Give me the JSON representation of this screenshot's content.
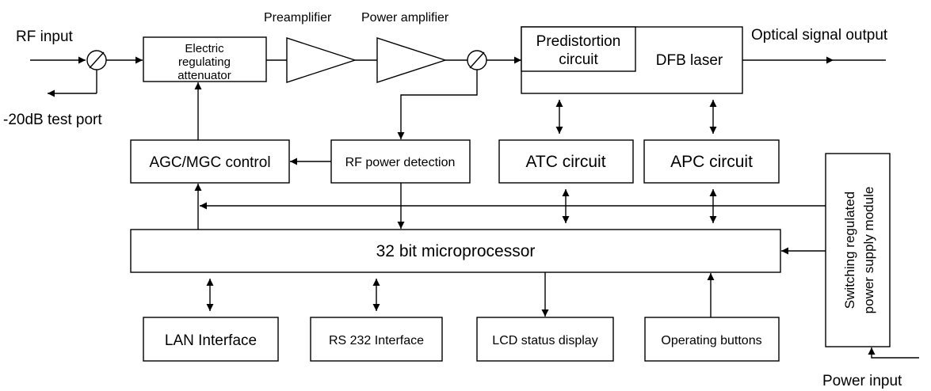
{
  "labels": {
    "rf_input": "RF input",
    "test_port": "-20dB test port",
    "preamplifier": "Preamplifier",
    "power_amplifier": "Power amplifier",
    "optical_output": "Optical signal output",
    "power_input": "Power input"
  },
  "blocks": {
    "attenuator": [
      "Electric",
      "regulating",
      "attenuator"
    ],
    "predistortion": [
      "Predistortion",
      "circuit"
    ],
    "dfb_laser": "DFB laser",
    "agc_mgc": "AGC/MGC control",
    "rf_power_detection": "RF power detection",
    "atc": "ATC circuit",
    "apc": "APC circuit",
    "microprocessor": "32 bit microprocessor",
    "power_supply": [
      "Switching regulated",
      "power supply module"
    ],
    "lan": "LAN Interface",
    "rs232": "RS 232 Interface",
    "lcd": "LCD status display",
    "buttons": "Operating buttons"
  }
}
